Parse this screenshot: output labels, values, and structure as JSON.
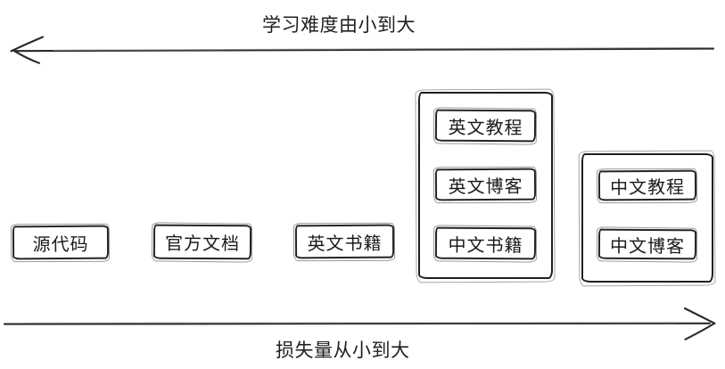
{
  "axes": {
    "top": {
      "label": "学习难度由小到大",
      "direction": "left"
    },
    "bottom": {
      "label": "损失量从小到大",
      "direction": "right"
    }
  },
  "standalone_items": [
    {
      "label": "源代码"
    },
    {
      "label": "官方文档"
    },
    {
      "label": "英文书籍"
    }
  ],
  "groups": [
    {
      "items": [
        {
          "label": "英文教程"
        },
        {
          "label": "英文博客"
        },
        {
          "label": "中文书籍"
        }
      ]
    },
    {
      "items": [
        {
          "label": "中文教程"
        },
        {
          "label": "中文博客"
        }
      ]
    }
  ],
  "colors": {
    "ink": "#1f1f1f",
    "background": "#ffffff"
  }
}
